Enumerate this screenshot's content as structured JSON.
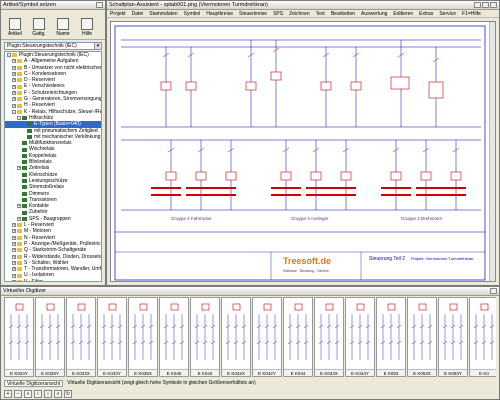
{
  "left_panel": {
    "title": "Artikel/Symbol setzen",
    "buttons": [
      {
        "label": "Artikel"
      },
      {
        "label": "Gattg."
      },
      {
        "label": "Name"
      },
      {
        "label": "Hilfe"
      }
    ],
    "select_value": "Plugin:Steuerungstechnik (IEC)",
    "tree": [
      {
        "label": "Plugin:Steuerungstechnik (IEC)",
        "level": 0,
        "exp": "-"
      },
      {
        "label": "A - Allgemeine Aufgaben",
        "level": 1,
        "exp": "+"
      },
      {
        "label": "B - Umsetzer von nicht elektrischen auf",
        "level": 1,
        "exp": "+"
      },
      {
        "label": "C - Kondensatoren",
        "level": 1,
        "exp": "+"
      },
      {
        "label": "D - Reserviert",
        "level": 1,
        "exp": "+"
      },
      {
        "label": "E - Verschiedenes",
        "level": 1,
        "exp": "+"
      },
      {
        "label": "F - Schutzeinrichtungen",
        "level": 1,
        "exp": "+"
      },
      {
        "label": "G - Generatoren, Stromversorgungen",
        "level": 1,
        "exp": "+"
      },
      {
        "label": "H - Reserviert",
        "level": 1,
        "exp": "+"
      },
      {
        "label": "K - Relais, Hilfsschütze, Steuer-/Regele",
        "level": 1,
        "exp": "-"
      },
      {
        "label": "Hilfsschütz",
        "level": 2,
        "exp": "-"
      },
      {
        "label": "E-Typen (Basis=040)",
        "level": 3,
        "exp": "",
        "selected": true
      },
      {
        "label": "mit pneumatischem Zeitglied",
        "level": 3,
        "exp": ""
      },
      {
        "label": "mit mechanischer Verklinkung",
        "level": 3,
        "exp": ""
      },
      {
        "label": "Multifunktionsrelais",
        "level": 2,
        "exp": ""
      },
      {
        "label": "Wischrelais",
        "level": 2,
        "exp": ""
      },
      {
        "label": "Koppelrelais",
        "level": 2,
        "exp": ""
      },
      {
        "label": "Blinkrelais",
        "level": 2,
        "exp": ""
      },
      {
        "label": "Zeitrelais",
        "level": 2,
        "exp": "+"
      },
      {
        "label": "Kleinschütze",
        "level": 2,
        "exp": ""
      },
      {
        "label": "Leistungsschütze",
        "level": 2,
        "exp": ""
      },
      {
        "label": "Stromstoßrelais",
        "level": 2,
        "exp": ""
      },
      {
        "label": "Dimmers",
        "level": 2,
        "exp": ""
      },
      {
        "label": "Transistoren",
        "level": 2,
        "exp": ""
      },
      {
        "label": "Kontakte",
        "level": 2,
        "exp": "+"
      },
      {
        "label": "Zubehör",
        "level": 2,
        "exp": ""
      },
      {
        "label": "SPS - Baugruppen",
        "level": 2,
        "exp": "+"
      },
      {
        "label": "L - Reserviert",
        "level": 1,
        "exp": "+"
      },
      {
        "label": "M - Motoren",
        "level": 1,
        "exp": "+"
      },
      {
        "label": "N - Reserviert",
        "level": 1,
        "exp": "+"
      },
      {
        "label": "P - Anzeige-/Meßgeräte, Prüfeinrichtung",
        "level": 1,
        "exp": "+"
      },
      {
        "label": "Q - Starkstrom-Schaltgeräte",
        "level": 1,
        "exp": "+"
      },
      {
        "label": "R - Widerstände, Dioden, Drosselspulen",
        "level": 1,
        "exp": "+"
      },
      {
        "label": "S - Schalter, Wähler",
        "level": 1,
        "exp": "+"
      },
      {
        "label": "T - Transformatoren, Wandler, Umformer",
        "level": 1,
        "exp": "+"
      },
      {
        "label": "U - Isolatoren",
        "level": 1,
        "exp": "+"
      },
      {
        "label": "V - Filter",
        "level": 1,
        "exp": "+"
      },
      {
        "label": "W - Übertragungswege, Hohlleiter",
        "level": 1,
        "exp": "+"
      },
      {
        "label": "X - Klemmen, Stecker, Steckdosen",
        "level": 1,
        "exp": "+"
      }
    ]
  },
  "right_panel": {
    "title": "Schaltplan-Assistent - sptab001.png (Viermotoren Turmdrehkran)",
    "menu": [
      "Projekt",
      "Datei",
      "Stammdaten",
      "Symbol",
      "Hauptkreise",
      "Steuerkreise",
      "SPS",
      "Zeichnen",
      "Text",
      "Bearbeiten",
      "Auswertung",
      "Editieren",
      "Extras",
      "Service",
      "F1=Hilfe"
    ],
    "schematic": {
      "groups": [
        "Gruppe 2 Fahrmotor",
        "Gruppe 3 Ausleger",
        "Gruppe 4 Drehmotor"
      ],
      "logo": "Treesoft.de",
      "logo_sub": "Software - Beratung - Service",
      "sheet_title": "Steuerung Teil 2",
      "project": "Projekt: Viermotoren Turmdrehkran"
    }
  },
  "bottom_panel": {
    "title": "Virtueller Digitizer",
    "thumbs": [
      "E K024Y",
      "E K028Y",
      "E K033X",
      "E K033Y",
      "E K035X",
      "E K040",
      "E K042",
      "E K042X",
      "E K042Y",
      "E K044",
      "E K044X",
      "E K044Y",
      "E K053",
      "E K053X",
      "E K053Y",
      "E K0"
    ],
    "tab_label": "Virtuelle Digitizeransicht",
    "hint": "Virtuelle Digitizeransicht (zeigt gleich hohe Symbole in gleichen Größenverhältnis an)"
  },
  "colors": {
    "blue": "#0000cc",
    "red": "#cc0000",
    "frame": "#0000cc",
    "purple": "#6a2a8c"
  }
}
